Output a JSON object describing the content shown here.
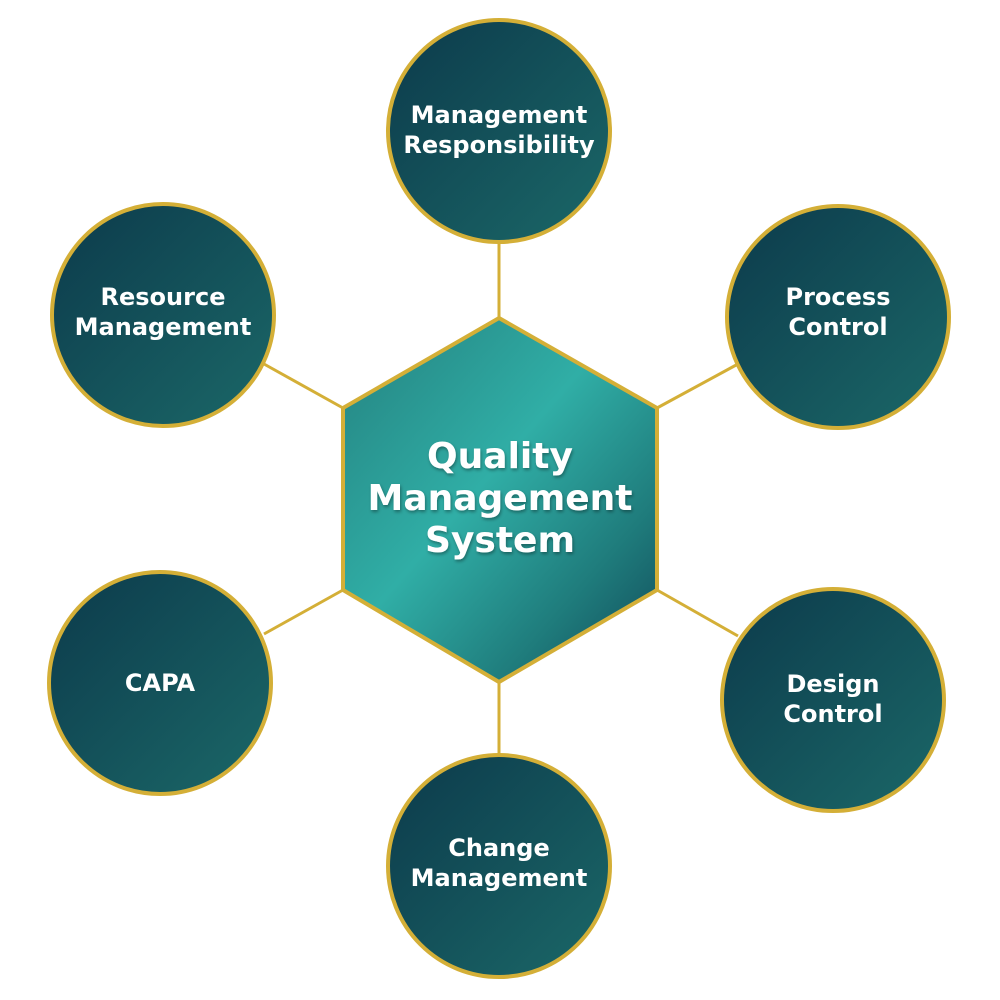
{
  "colors": {
    "accent_gold": "#d4af37",
    "hub_teal": "#2ea9a3",
    "node_teal": "#135a60"
  },
  "hub": {
    "lines": [
      "Quality",
      "Management",
      "System"
    ]
  },
  "nodes": [
    {
      "id": "management-responsibility",
      "lines": [
        "Management",
        "Responsibility"
      ]
    },
    {
      "id": "process-control",
      "lines": [
        "Process",
        "Control"
      ]
    },
    {
      "id": "design-control",
      "lines": [
        "Design",
        "Control"
      ]
    },
    {
      "id": "change-management",
      "lines": [
        "Change",
        "Management"
      ]
    },
    {
      "id": "capa",
      "lines": [
        "CAPA"
      ]
    },
    {
      "id": "resource-management",
      "lines": [
        "Resource",
        "Management"
      ]
    }
  ]
}
